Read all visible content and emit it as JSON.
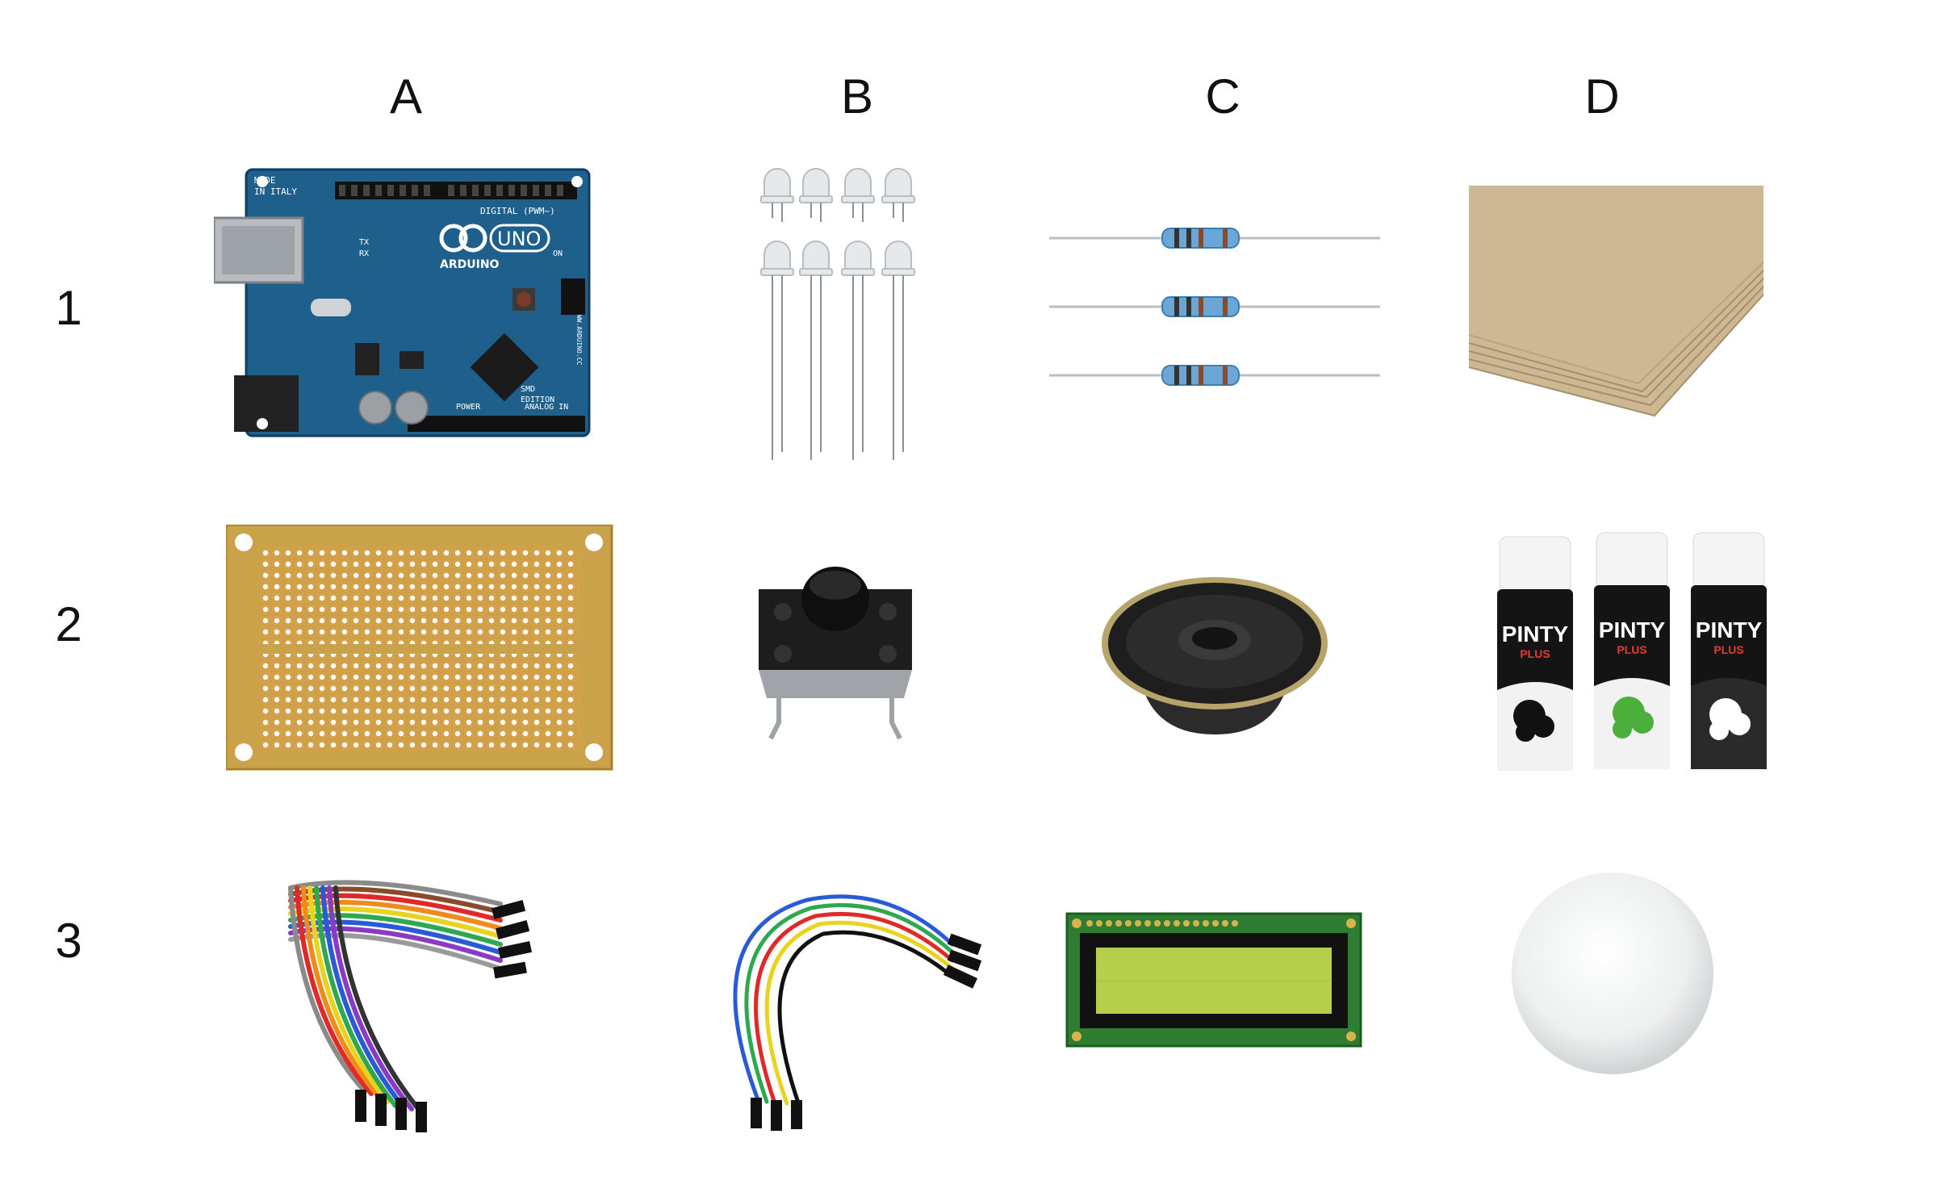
{
  "columns": [
    "A",
    "B",
    "C",
    "D"
  ],
  "rows": [
    "1",
    "2",
    "3"
  ],
  "items": {
    "A1": {
      "name": "arduino-uno-board",
      "texts": {
        "made": "MADE",
        "italy": "IN ITALY",
        "digital": "DIGITAL (PWM~)",
        "arduino": "ARDUINO",
        "uno": "UNO",
        "power": "POWER",
        "analog": "ANALOG IN",
        "smd": "SMD",
        "edition": "EDITION",
        "tx": "TX",
        "rx": "RX",
        "on": "ON",
        "url": "WWW.ARDUINO.CC"
      }
    },
    "B1": {
      "name": "led-set"
    },
    "C1": {
      "name": "resistor-set"
    },
    "D1": {
      "name": "cardboard-stack"
    },
    "A2": {
      "name": "perfboard"
    },
    "B2": {
      "name": "push-button"
    },
    "C2": {
      "name": "speaker"
    },
    "D2": {
      "name": "spray-paint-cans",
      "brand": "PINTY",
      "sub": "PLUS"
    },
    "A3": {
      "name": "ribbon-jumper-wires"
    },
    "B3": {
      "name": "jumper-wires"
    },
    "C3": {
      "name": "lcd-display"
    },
    "D3": {
      "name": "foam-ball"
    }
  },
  "colors": {
    "arduino_blue": "#1f5f8b",
    "perfboard": "#c9a24a",
    "lcd_screen": "#b6cf4a",
    "pcb_green": "#2e7d32",
    "can_black": "#141414",
    "paint_green": "#4caf3c",
    "cardboard": "#cdb894"
  }
}
